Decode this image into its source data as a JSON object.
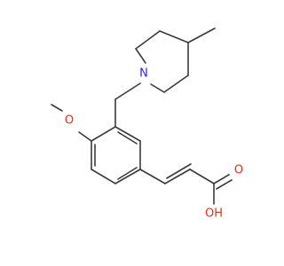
{
  "molecule": {
    "atoms": {
      "ring_n": "N",
      "methoxy_o": "O",
      "carbonyl_o": "O",
      "hydroxyl": "OH"
    },
    "colors": {
      "bond": "#3a3a3a",
      "nitrogen": "#2b2bd9",
      "oxygen": "#e0301e"
    }
  }
}
